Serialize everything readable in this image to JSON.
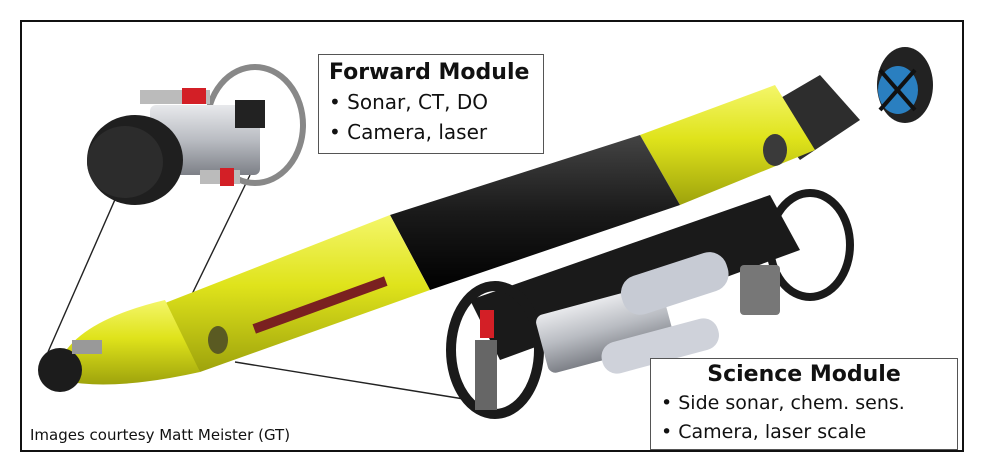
{
  "forward_module": {
    "title": "Forward Module",
    "items": [
      "• Sonar, CT, DO",
      "• Camera, laser"
    ]
  },
  "science_module": {
    "title": "Science Module",
    "items": [
      "• Side sonar, chem. sens.",
      "• Camera, laser scale"
    ]
  },
  "credit": "Images courtesy Matt Meister (GT)",
  "colors": {
    "hull": "#dfe31b",
    "hull_shade": "#aeb20e",
    "black_section": "#1a1a1a",
    "propeller": "#2a7fc0",
    "red_connector": "#d31f26",
    "metal": "#b9bcc2"
  }
}
